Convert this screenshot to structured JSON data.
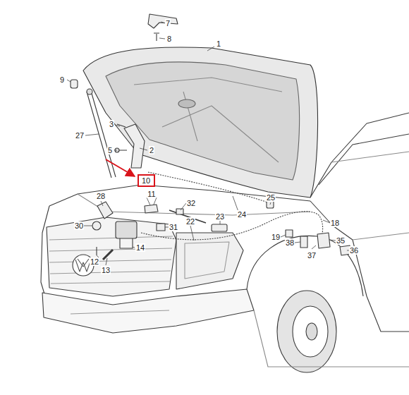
{
  "diagram": {
    "nodes": [
      {
        "text": [
          "10"
        ]
      }
    ],
    "labels": [
      "7",
      "8",
      "1",
      "9",
      "27",
      "3",
      "5",
      "2",
      "11",
      "32",
      "28",
      "25",
      "23",
      "24",
      "30",
      "31",
      "22",
      "18",
      "19",
      "35",
      "38",
      "14",
      "12",
      "36",
      "37",
      "13"
    ]
  }
}
